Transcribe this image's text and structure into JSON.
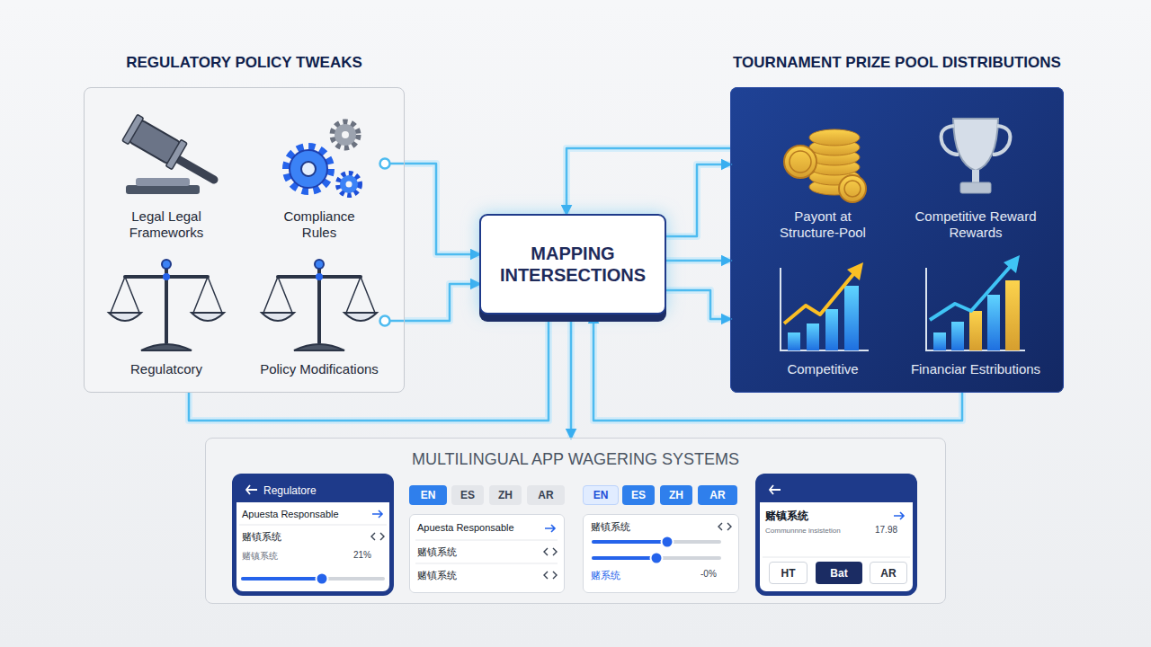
{
  "diagram": {
    "nodes": [
      {
        "text": [
          "REGULATORY POLICY TWEAKS"
        ]
      },
      {
        "text": [
          "MAPPING INTERSECTIONS"
        ]
      },
      {
        "text": [
          "TOURNAMENT PRIZE POOL DISTRIBUTIONS"
        ]
      },
      {
        "text": [
          "MULTILINGUAL APP WAGERING SYSTEMS"
        ]
      },
      {
        "text": [
          "Regulatore",
          "Apuesta Responsable",
          "赌镇系统",
          "赌镇系统",
          "21%"
        ],
        "in": 3
      },
      {
        "text": [
          "EN"
        ],
        "in": 3
      },
      {
        "text": [
          "ES"
        ],
        "in": 3
      },
      {
        "text": [
          "ZH"
        ],
        "in": 3
      },
      {
        "text": [
          "AR"
        ],
        "in": 3
      },
      {
        "text": [
          "Apuesta Responsable",
          "赌镇系统",
          "赌镇系统"
        ],
        "in": 3
      },
      {
        "text": [
          "EN"
        ],
        "in": 3
      },
      {
        "text": [
          "ES"
        ],
        "in": 3
      },
      {
        "text": [
          "ZH"
        ],
        "in": 3
      },
      {
        "text": [
          "AR"
        ],
        "in": 3
      },
      {
        "text": [
          "赌镇系统",
          "赌系统",
          "-0%"
        ],
        "in": 3
      },
      {
        "text": [
          "赌镇系统",
          "Communnne insistetion",
          "17.98"
        ],
        "in": 3
      },
      {
        "text": [
          "HT"
        ],
        "in": 15
      },
      {
        "text": [
          "Bat"
        ],
        "in": 15
      },
      {
        "text": [
          "AR"
        ],
        "in": 15
      }
    ],
    "edges": [
      {
        "from": 0,
        "to": 1,
        "arrow": "to"
      },
      {
        "from": 0,
        "to": 1,
        "arrow": "to"
      },
      {
        "from": 0,
        "to": 1,
        "arrow": "none"
      },
      {
        "from": 1,
        "to": 2,
        "arrow": "to"
      },
      {
        "from": 1,
        "to": 2,
        "arrow": "to"
      },
      {
        "from": 1,
        "to": 2,
        "arrow": "to"
      },
      {
        "from": 2,
        "to": 1,
        "arrow": "to"
      },
      {
        "from": 1,
        "to": 3,
        "arrow": "to"
      },
      {
        "from": 2,
        "to": 1,
        "arrow": "to"
      }
    ],
    "labels": [
      "Legal Legal Frameworks",
      "Compliance Rules",
      "Regulatcory",
      "Policy Modifications",
      "Payont at Structure-Pool",
      "Competitive Reward Rewards",
      "Competitive",
      "Financiar Estributions"
    ]
  }
}
